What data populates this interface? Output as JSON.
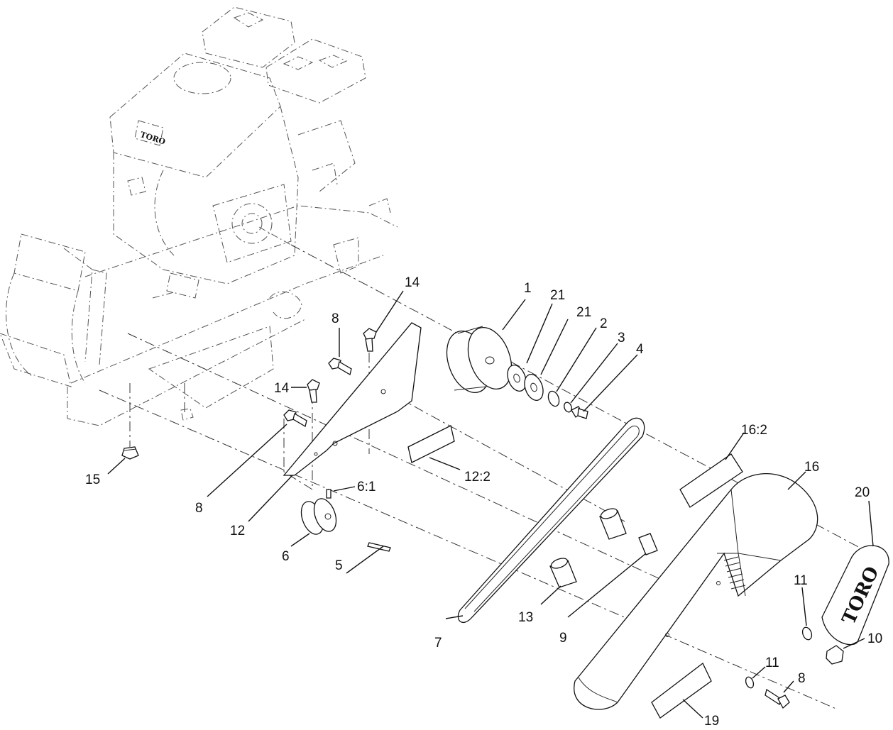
{
  "diagram": {
    "callouts": [
      {
        "id": "c1",
        "text": "1"
      },
      {
        "id": "c21a",
        "text": "21"
      },
      {
        "id": "c21b",
        "text": "21"
      },
      {
        "id": "c2",
        "text": "2"
      },
      {
        "id": "c3",
        "text": "3"
      },
      {
        "id": "c4",
        "text": "4"
      },
      {
        "id": "c14a",
        "text": "14"
      },
      {
        "id": "c8a",
        "text": "8"
      },
      {
        "id": "c14b",
        "text": "14"
      },
      {
        "id": "c15",
        "text": "15"
      },
      {
        "id": "c8b",
        "text": "8"
      },
      {
        "id": "c12",
        "text": "12"
      },
      {
        "id": "c61",
        "text": "6:1"
      },
      {
        "id": "c6",
        "text": "6"
      },
      {
        "id": "c5",
        "text": "5"
      },
      {
        "id": "c122",
        "text": "12:2"
      },
      {
        "id": "c162",
        "text": "16:2"
      },
      {
        "id": "c16",
        "text": "16"
      },
      {
        "id": "c20",
        "text": "20"
      },
      {
        "id": "c13",
        "text": "13"
      },
      {
        "id": "c9",
        "text": "9"
      },
      {
        "id": "c7",
        "text": "7"
      },
      {
        "id": "c11a",
        "text": "11"
      },
      {
        "id": "c10",
        "text": "10"
      },
      {
        "id": "c11b",
        "text": "11"
      },
      {
        "id": "c8c",
        "text": "8"
      },
      {
        "id": "c19",
        "text": "19"
      }
    ],
    "logos": {
      "engine_logo": "TORO",
      "cover_logo": "TORO"
    }
  }
}
